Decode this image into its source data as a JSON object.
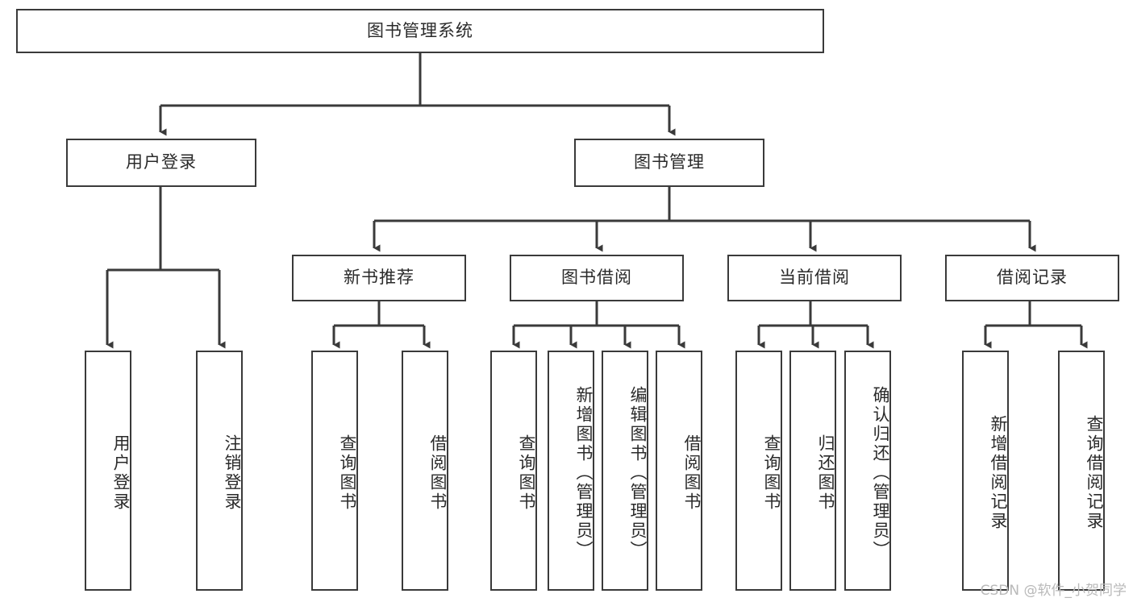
{
  "diagram": {
    "type": "tree-hierarchy",
    "title": "图书管理系统",
    "root": {
      "id": "root",
      "label": "图书管理系统"
    },
    "level2": [
      {
        "id": "user-login",
        "label": "用户登录"
      },
      {
        "id": "book-management",
        "label": "图书管理"
      }
    ],
    "level3": [
      {
        "id": "new-book-recommend",
        "label": "新书推荐"
      },
      {
        "id": "book-borrow",
        "label": "图书借阅"
      },
      {
        "id": "current-borrow",
        "label": "当前借阅"
      },
      {
        "id": "borrow-record",
        "label": "借阅记录"
      }
    ],
    "leaves": {
      "user_login": [
        {
          "id": "leaf-user-login",
          "label": "用户登录"
        },
        {
          "id": "leaf-user-logout",
          "label": "注销登录"
        }
      ],
      "new_book_recommend": [
        {
          "id": "leaf-query-book-1",
          "label": "查询图书"
        },
        {
          "id": "leaf-borrow-book-1",
          "label": "借阅图书"
        }
      ],
      "book_borrow": [
        {
          "id": "leaf-query-book-2",
          "label": "查询图书"
        },
        {
          "id": "leaf-add-book",
          "label": "新增图书（管理员）"
        },
        {
          "id": "leaf-edit-book",
          "label": "编辑图书（管理员）"
        },
        {
          "id": "leaf-borrow-book-2",
          "label": "借阅图书"
        }
      ],
      "current_borrow": [
        {
          "id": "leaf-query-book-3",
          "label": "查询图书"
        },
        {
          "id": "leaf-return-book",
          "label": "归还图书"
        },
        {
          "id": "leaf-confirm-return",
          "label": "确认归还（管理员）"
        }
      ],
      "borrow_record": [
        {
          "id": "leaf-add-record",
          "label": "新增借阅记录"
        },
        {
          "id": "leaf-query-record",
          "label": "查询借阅记录"
        }
      ]
    }
  },
  "watermark": {
    "text": "CSDN @软件_小贺同学"
  },
  "colors": {
    "background": "#ffffff",
    "box_border": "#3a3a3a",
    "connector": "#3a3a3a",
    "text": "#2a2a2a",
    "watermark": "#b9b9b9"
  }
}
